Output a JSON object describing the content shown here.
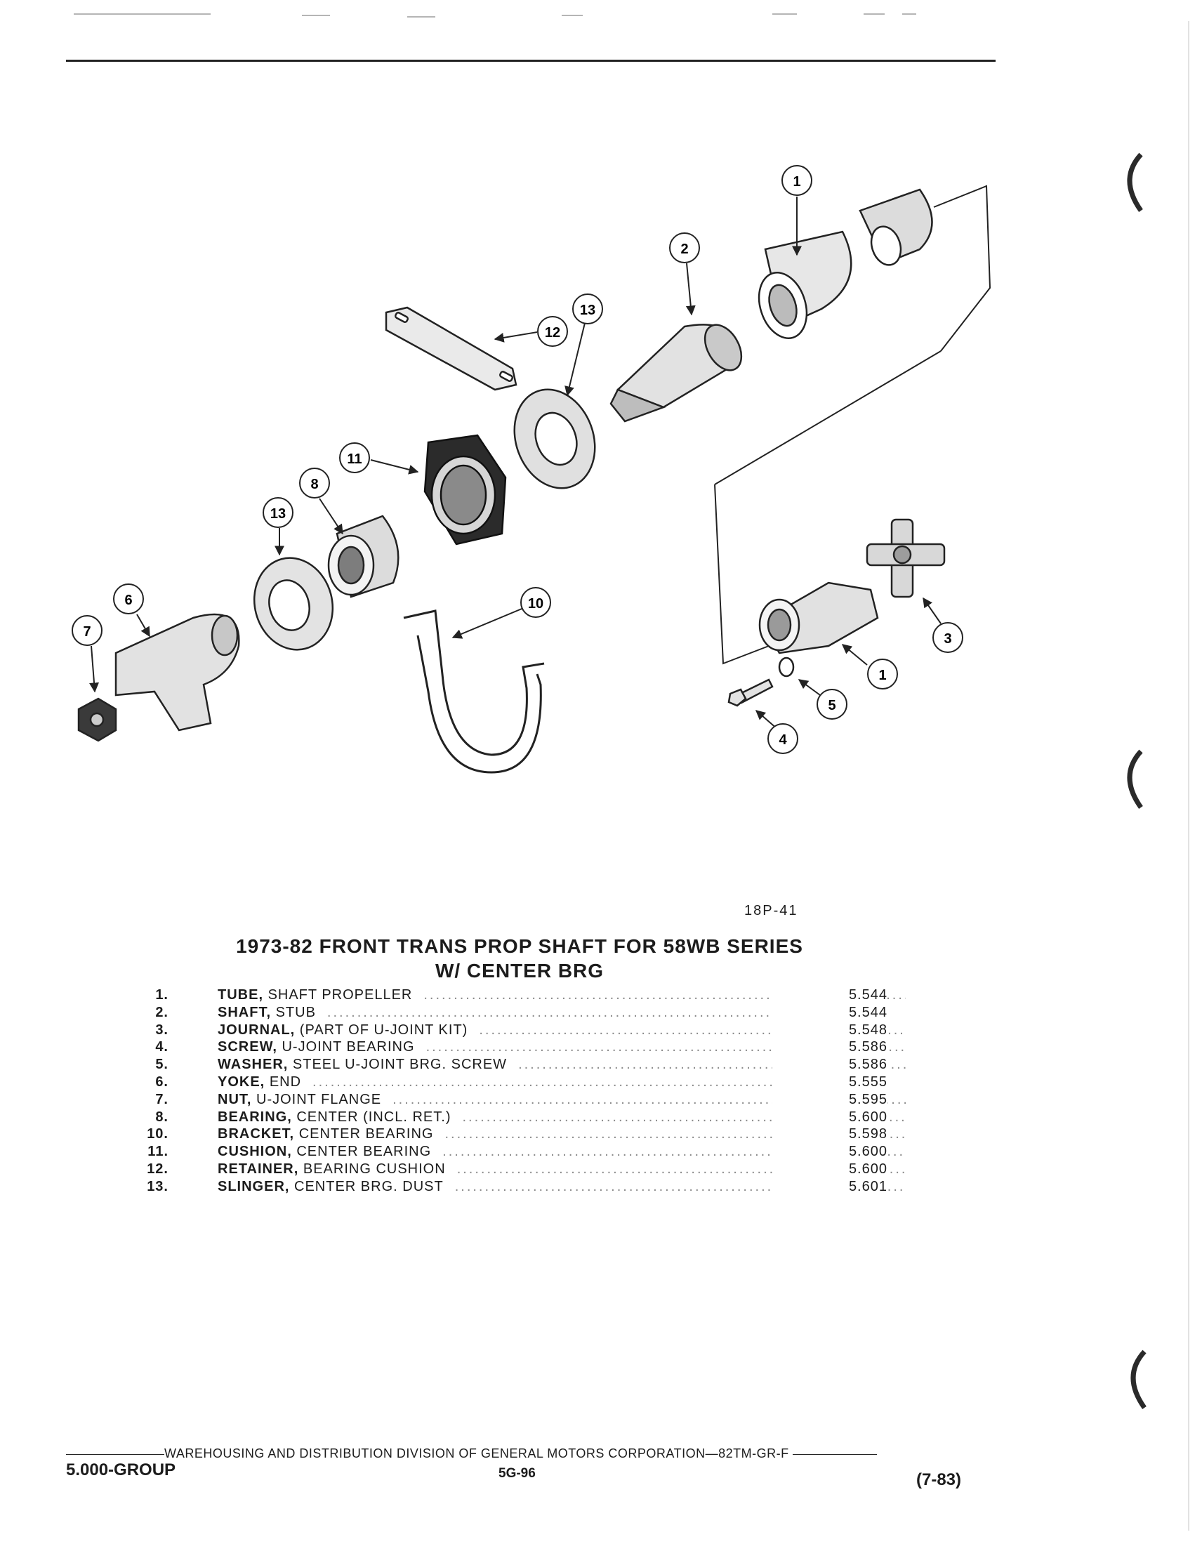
{
  "figure": {
    "callouts": [
      "1",
      "2",
      "13",
      "12",
      "11",
      "8",
      "13",
      "6",
      "7",
      "10",
      "3",
      "1",
      "5",
      "4"
    ],
    "code": "18P-41"
  },
  "title": {
    "line1": "1973-82 FRONT TRANS PROP SHAFT FOR 58WB SERIES",
    "line2": "W/ CENTER BRG"
  },
  "parts": [
    {
      "num": "1.",
      "name": "TUBE,",
      "desc": "SHAFT PROPELLER",
      "group": "5.544"
    },
    {
      "num": "2.",
      "name": "SHAFT,",
      "desc": "STUB",
      "group": "5.544"
    },
    {
      "num": "3.",
      "name": "JOURNAL,",
      "desc": "(PART OF U-JOINT KIT)",
      "group": "5.548"
    },
    {
      "num": "4.",
      "name": "SCREW,",
      "desc": "U-JOINT BEARING",
      "group": "5.586"
    },
    {
      "num": "5.",
      "name": "WASHER,",
      "desc": "STEEL U-JOINT BRG. SCREW",
      "group": "5.586"
    },
    {
      "num": "6.",
      "name": "YOKE,",
      "desc": "END",
      "group": "5.555"
    },
    {
      "num": "7.",
      "name": "NUT,",
      "desc": "U-JOINT FLANGE",
      "group": "5.595"
    },
    {
      "num": "8.",
      "name": "BEARING,",
      "desc": "CENTER (INCL. RET.)",
      "group": "5.600"
    },
    {
      "num": "10.",
      "name": "BRACKET,",
      "desc": "CENTER BEARING",
      "group": "5.598"
    },
    {
      "num": "11.",
      "name": "CUSHION,",
      "desc": "CENTER BEARING",
      "group": "5.600"
    },
    {
      "num": "12.",
      "name": "RETAINER,",
      "desc": "BEARING CUSHION",
      "group": "5.600"
    },
    {
      "num": "13.",
      "name": "SLINGER,",
      "desc": "CENTER BRG. DUST",
      "group": "5.601"
    }
  ],
  "footer": {
    "division": "WAREHOUSING AND DISTRIBUTION  DIVISION OF GENERAL MOTORS CORPORATION—82TM-GR-F",
    "group": "5.000-GROUP",
    "page": "5G-96",
    "date": "(7-83)"
  }
}
